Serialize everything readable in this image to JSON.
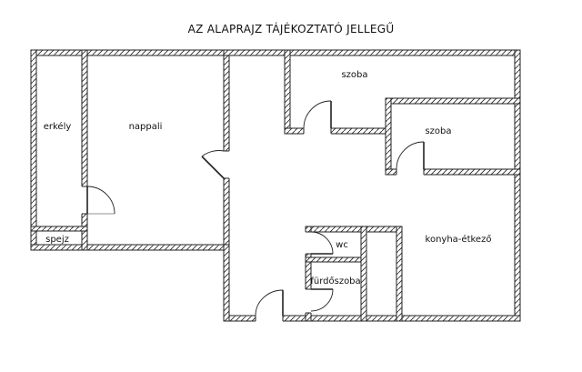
{
  "title": "AZ ALAPRAJZ TÁJÉKOZTATÓ JELLEGŰ",
  "rooms": {
    "erkely": "erkély",
    "nappali": "nappali",
    "spejz": "spejz",
    "szoba1": "szoba",
    "szoba2": "szoba",
    "wc": "wc",
    "furdoszoba": "fürdőszoba",
    "konyha": "konyha-étkező"
  },
  "colors": {
    "wall": "#222222",
    "background": "#ffffff"
  }
}
